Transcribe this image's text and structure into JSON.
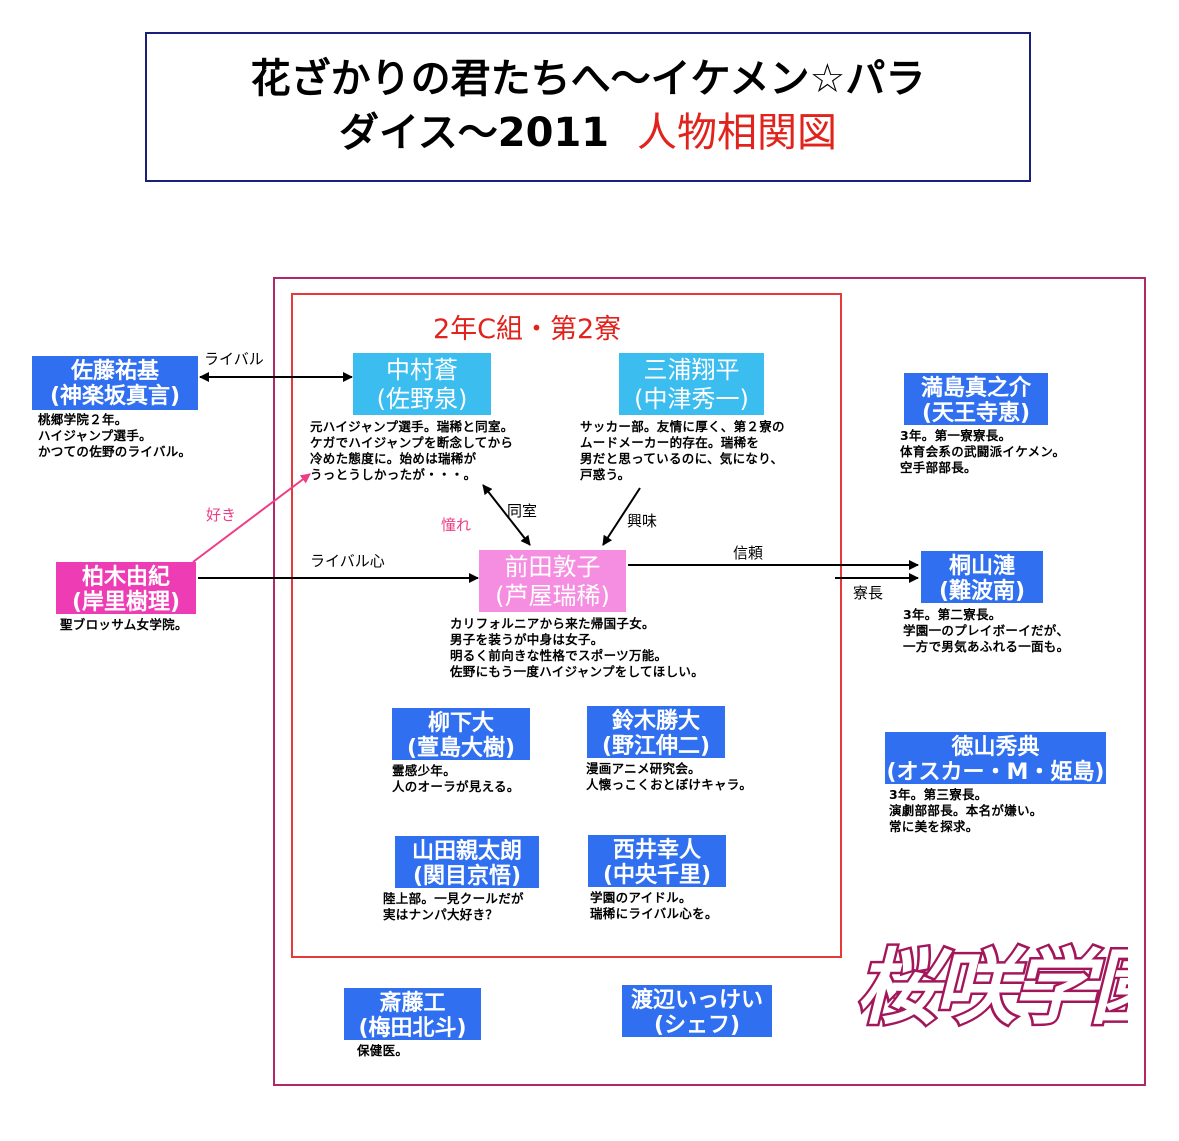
{
  "title": {
    "line1": "花ざかりの君たちへ〜イケメン☆パラ",
    "line2_black": "ダイス〜2011",
    "line2_red": "人物相関図"
  },
  "groups": {
    "dorm": "2年C組・第2寮",
    "school": "桜咲学園"
  },
  "characters": {
    "sato": {
      "role": "佐藤祐基",
      "name": "(神楽坂真言)",
      "desc": [
        "桃郷学院２年。",
        "ハイジャンプ選手。",
        "かつての佐野のライバル。"
      ]
    },
    "nakamura": {
      "role": "中村蒼",
      "name": "(佐野泉)",
      "desc": [
        "元ハイジャンプ選手。瑞稀と同室。",
        "ケガでハイジャンプを断念してから",
        "冷めた態度に。始めは瑞稀が",
        "うっとうしかったが・・・。"
      ]
    },
    "miura": {
      "role": "三浦翔平",
      "name": "(中津秀一)",
      "desc": [
        "サッカー部。友情に厚く、第２寮の",
        "ムードメーカー的存在。瑞稀を",
        "男だと思っているのに、気になり、",
        "戸惑う。"
      ]
    },
    "mitsushima": {
      "role": "満島真之介",
      "name": "(天王寺恵)",
      "desc": [
        "3年。第一寮寮長。",
        "体育会系の武闘派イケメン。",
        "空手部部長。"
      ]
    },
    "kashiwagi": {
      "role": "柏木由紀",
      "name": "(岸里樹理)",
      "desc": [
        "聖ブロッサム女学院。"
      ]
    },
    "maeda": {
      "role": "前田敦子",
      "name": "(芦屋瑞稀)",
      "desc": [
        "カリフォルニアから来た帰国子女。",
        "男子を装うが中身は女子。",
        "明るく前向きな性格でスポーツ万能。",
        "佐野にもう一度ハイジャンプをしてほしい。"
      ]
    },
    "kiriyama": {
      "role": "桐山漣",
      "name": "(難波南)",
      "desc": [
        "3年。第二寮長。",
        "学園一のプレイボーイだが、",
        "一方で男気あふれる一面も。"
      ]
    },
    "yanagishita": {
      "role": "柳下大",
      "name": "(萱島大樹)",
      "desc": [
        "霊感少年。",
        "人のオーラが見える。"
      ]
    },
    "suzuki": {
      "role": "鈴木勝大",
      "name": "(野江伸二)",
      "desc": [
        "漫画アニメ研究会。",
        "人懐っこくおとぼけキャラ。"
      ]
    },
    "tokuyama": {
      "role": "徳山秀典",
      "name": "(オスカー・M・姫島)",
      "desc": [
        "3年。第三寮長。",
        "演劇部部長。本名が嫌い。",
        "常に美を探求。"
      ]
    },
    "yamada": {
      "role": "山田親太朗",
      "name": "(関目京悟)",
      "desc": [
        "陸上部。一見クールだが",
        "実はナンパ大好き？"
      ]
    },
    "nishii": {
      "role": "西井幸人",
      "name": "(中央千里)",
      "desc": [
        "学園のアイドル。",
        "瑞稀にライバル心を。"
      ]
    },
    "saito": {
      "role": "斎藤工",
      "name": "(梅田北斗)",
      "desc": [
        "保健医。"
      ]
    },
    "watanabe": {
      "role": "渡辺いっけい",
      "name": "(シェフ)"
    }
  },
  "relations": {
    "rival": "ライバル",
    "like": "好き",
    "rival_heart": "ライバル心",
    "admire": "憧れ",
    "roommate": "同室",
    "interest": "興味",
    "trust": "信頼",
    "dorm_head": "寮長"
  },
  "colors": {
    "title_border": "#1c1f7a",
    "title_accent": "#e0231c",
    "school_border": "#b0276a",
    "dorm_border": "#e8393a",
    "box_blue": "#2f6ff0",
    "box_cyan": "#3bbdf0",
    "box_pink": "#ee3db4",
    "box_light_pink": "#f58ee0",
    "arrow_pink": "#ee3d86"
  }
}
